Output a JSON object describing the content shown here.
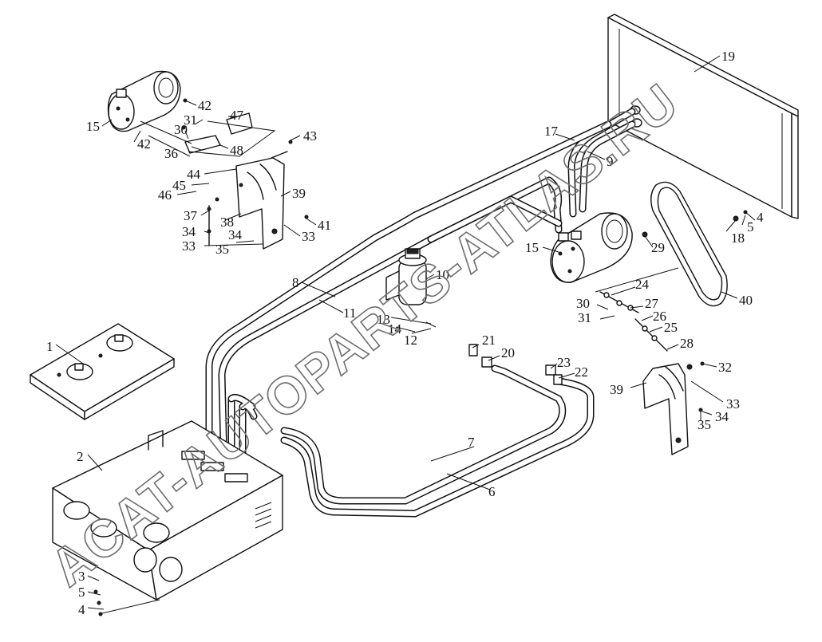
{
  "watermark": "ACAT-AUTOPARTS-ATLAS.RU",
  "callouts": [
    {
      "id": "c1",
      "text": "1"
    },
    {
      "id": "c2",
      "text": "2"
    },
    {
      "id": "c3",
      "text": "3"
    },
    {
      "id": "c5a",
      "text": "5"
    },
    {
      "id": "c4a",
      "text": "4"
    },
    {
      "id": "c6",
      "text": "6"
    },
    {
      "id": "c7",
      "text": "7"
    },
    {
      "id": "c8",
      "text": "8"
    },
    {
      "id": "c9",
      "text": "9"
    },
    {
      "id": "c10",
      "text": "10"
    },
    {
      "id": "c11",
      "text": "11"
    },
    {
      "id": "c12",
      "text": "12"
    },
    {
      "id": "c13",
      "text": "13"
    },
    {
      "id": "c14",
      "text": "14"
    },
    {
      "id": "c15a",
      "text": "15"
    },
    {
      "id": "c15b",
      "text": "15"
    },
    {
      "id": "c17",
      "text": "17"
    },
    {
      "id": "c18",
      "text": "18"
    },
    {
      "id": "c19",
      "text": "19"
    },
    {
      "id": "c5b",
      "text": "5"
    },
    {
      "id": "c4b",
      "text": "4"
    },
    {
      "id": "c20",
      "text": "20"
    },
    {
      "id": "c21",
      "text": "21"
    },
    {
      "id": "c22",
      "text": "22"
    },
    {
      "id": "c23",
      "text": "23"
    },
    {
      "id": "c24",
      "text": "24"
    },
    {
      "id": "c25",
      "text": "25"
    },
    {
      "id": "c26",
      "text": "26"
    },
    {
      "id": "c27",
      "text": "27"
    },
    {
      "id": "c28",
      "text": "28"
    },
    {
      "id": "c29",
      "text": "29"
    },
    {
      "id": "c30a",
      "text": "30"
    },
    {
      "id": "c31a",
      "text": "31"
    },
    {
      "id": "c30b",
      "text": "30"
    },
    {
      "id": "c31b",
      "text": "31"
    },
    {
      "id": "c32",
      "text": "32"
    },
    {
      "id": "c33a",
      "text": "33"
    },
    {
      "id": "c34a",
      "text": "34"
    },
    {
      "id": "c35a",
      "text": "35"
    },
    {
      "id": "c33b",
      "text": "33"
    },
    {
      "id": "c34b",
      "text": "34"
    },
    {
      "id": "c35b",
      "text": "35"
    },
    {
      "id": "c33c",
      "text": "33"
    },
    {
      "id": "c34c",
      "text": "34"
    },
    {
      "id": "c36",
      "text": "36"
    },
    {
      "id": "c37",
      "text": "37"
    },
    {
      "id": "c38",
      "text": "38"
    },
    {
      "id": "c39a",
      "text": "39"
    },
    {
      "id": "c39b",
      "text": "39"
    },
    {
      "id": "c40",
      "text": "40"
    },
    {
      "id": "c41",
      "text": "41"
    },
    {
      "id": "c42a",
      "text": "42"
    },
    {
      "id": "c42b",
      "text": "42"
    },
    {
      "id": "c43",
      "text": "43"
    },
    {
      "id": "c44",
      "text": "44"
    },
    {
      "id": "c45",
      "text": "45"
    },
    {
      "id": "c46",
      "text": "46"
    },
    {
      "id": "c47",
      "text": "47"
    },
    {
      "id": "c48",
      "text": "48"
    }
  ]
}
